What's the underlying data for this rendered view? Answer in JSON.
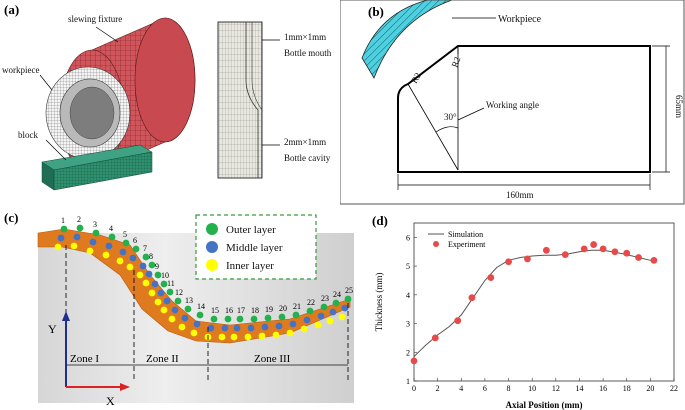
{
  "panels": {
    "a": {
      "label": "(a)",
      "labels": {
        "slewing_fixture": "slewing fixture",
        "workpiece": "workpiece",
        "block": "block",
        "mesh1_line1": "1mm×1mm",
        "mesh1_line2": "Bottle mouth",
        "mesh2_line1": "2mm×1mm",
        "mesh2_line2": "Bottle cavity"
      }
    },
    "b": {
      "label": "(b)",
      "labels": {
        "workpiece": "Workpiece",
        "r2_a": "R2",
        "r2_b": "R2",
        "angle": "30°",
        "working_angle": "Working angle",
        "width": "160mm",
        "height": "65mm"
      }
    },
    "c": {
      "label": "(c)",
      "legend": [
        "Outer layer",
        "Middle layer",
        "Inner layer"
      ],
      "colors": {
        "outer": "#22b14c",
        "middle": "#4472c4",
        "inner": "#ffff00",
        "body": "#e07a1f"
      },
      "point_numbers": [
        "1",
        "2",
        "3",
        "4",
        "5",
        "6",
        "7",
        "8",
        "9",
        "10",
        "11",
        "12",
        "13",
        "14",
        "15",
        "16",
        "17",
        "18",
        "19",
        "20",
        "21",
        "22",
        "23",
        "24",
        "25"
      ],
      "zones": [
        "Zone I",
        "Zone II",
        "Zone III"
      ],
      "axis_y": "Y",
      "axis_x": "X"
    },
    "d": {
      "label": "(d)",
      "legend": [
        "Simulation",
        "Experiment"
      ]
    }
  },
  "chart_data": {
    "type": "scatter",
    "xlabel": "Axial Position (mm)",
    "ylabel": "Thickness (mm)",
    "xlim": [
      0,
      22
    ],
    "ylim": [
      1,
      6.5
    ],
    "xticks": [
      "0",
      "2",
      "4",
      "6",
      "8",
      "10",
      "12",
      "14",
      "16",
      "18",
      "20",
      "22"
    ],
    "yticks": [
      "1",
      "2",
      "3",
      "4",
      "5",
      "6"
    ],
    "series": [
      {
        "name": "Simulation",
        "type": "line",
        "color": "#555555",
        "x": [
          0,
          0.5,
          1,
          2,
          3,
          4,
          5,
          6,
          7,
          8,
          9,
          10,
          11,
          12,
          13,
          14,
          15,
          16,
          17,
          18,
          19,
          20,
          20.5
        ],
        "y": [
          1.85,
          2.05,
          2.25,
          2.6,
          2.9,
          3.3,
          3.9,
          4.5,
          4.95,
          5.2,
          5.3,
          5.35,
          5.38,
          5.38,
          5.42,
          5.5,
          5.55,
          5.55,
          5.48,
          5.4,
          5.3,
          5.2,
          5.18
        ]
      },
      {
        "name": "Experiment",
        "type": "scatter",
        "color": "#e84a4a",
        "x": [
          0,
          1.8,
          3.7,
          4.9,
          6.5,
          8,
          9.6,
          11.2,
          12.8,
          14.4,
          15.2,
          16,
          17,
          18,
          19,
          20.3
        ],
        "y": [
          1.7,
          2.5,
          3.1,
          3.9,
          4.6,
          5.15,
          5.25,
          5.55,
          5.4,
          5.6,
          5.75,
          5.6,
          5.5,
          5.45,
          5.3,
          5.2
        ]
      }
    ]
  }
}
